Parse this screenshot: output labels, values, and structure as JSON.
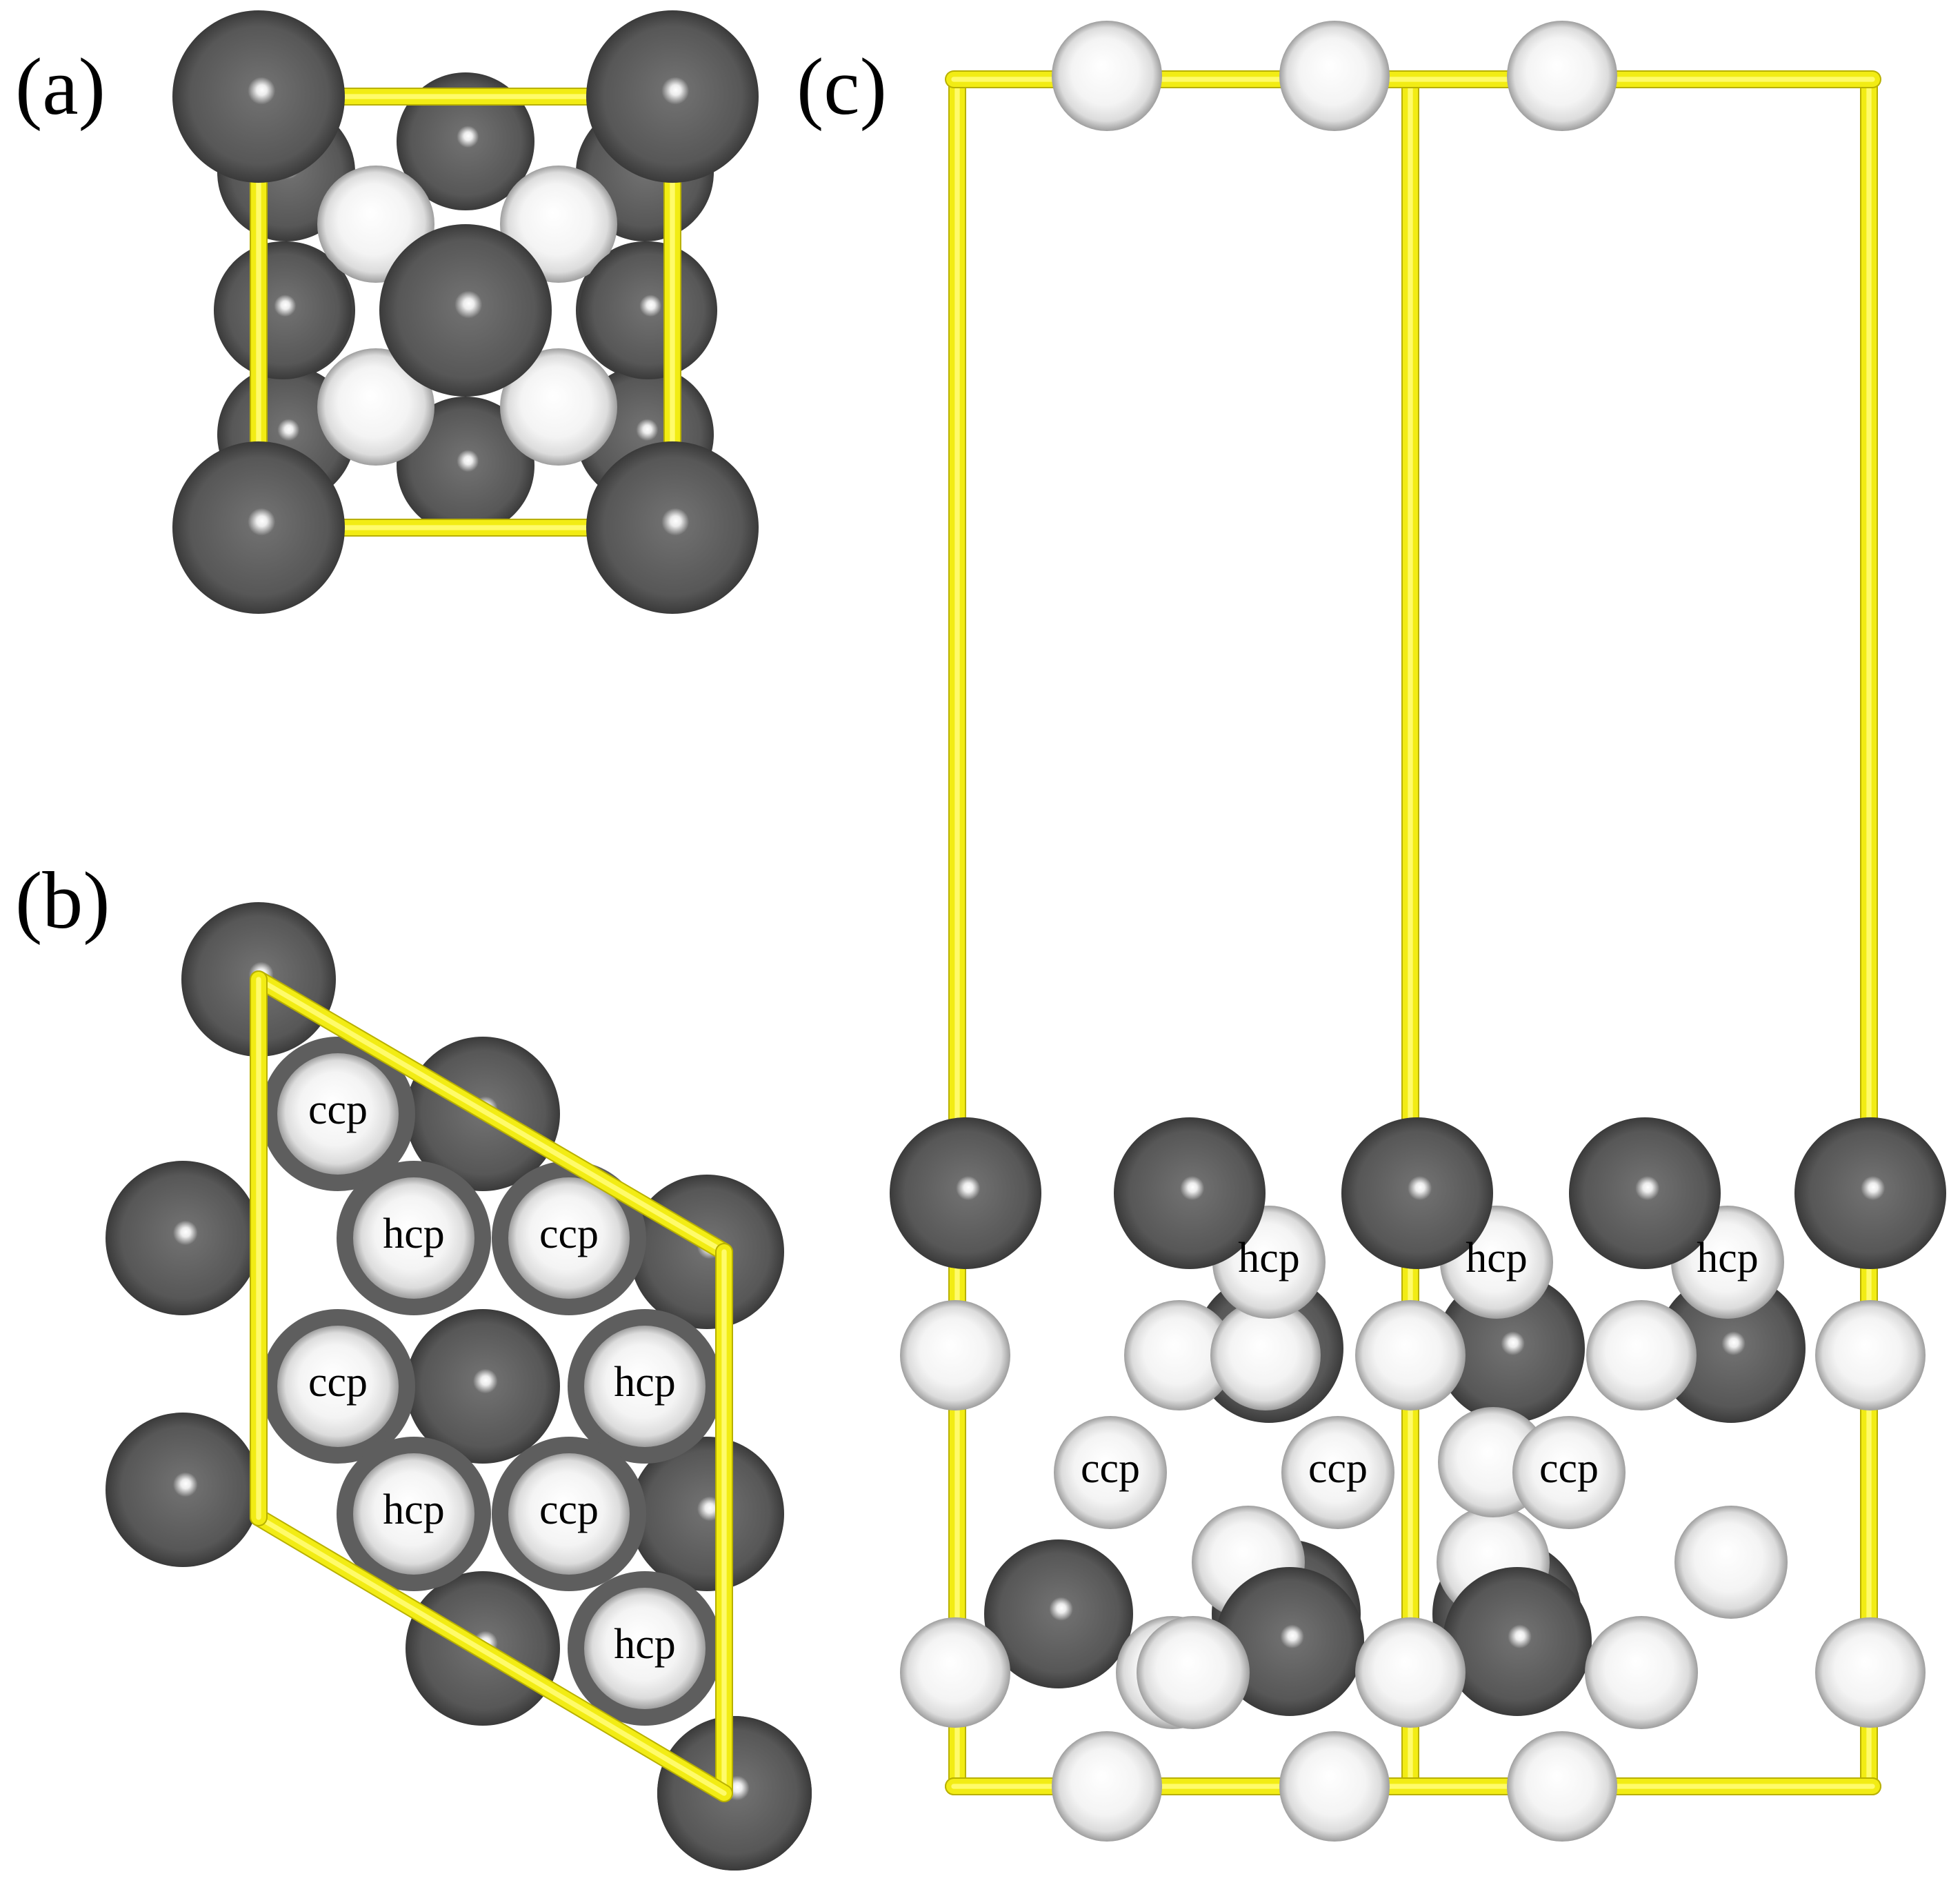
{
  "panels": {
    "a": {
      "label": "(a)"
    },
    "b": {
      "label": "(b)",
      "site_labels": [
        "ccp",
        "hcp",
        "ccp",
        "ccp",
        "hcp",
        "hcp",
        "ccp",
        "hcp"
      ]
    },
    "c": {
      "label": "(c)",
      "site_labels": [
        "hcp",
        "hcp",
        "hcp",
        "ccp",
        "ccp",
        "ccp"
      ]
    }
  },
  "colors": {
    "cell_frame": "#f2ec14",
    "metal_atom": "#5c5c5c",
    "adsorbate_atom": "#f4f4f4",
    "background": "#ffffff"
  }
}
